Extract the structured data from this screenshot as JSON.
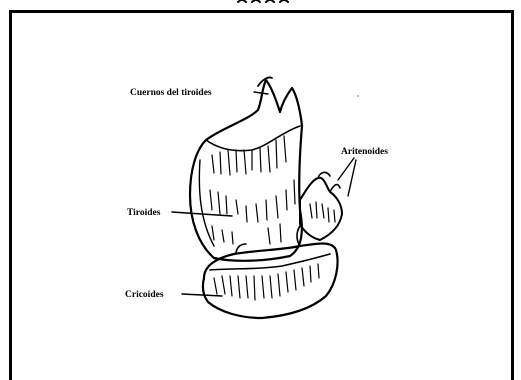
{
  "labels": {
    "horns": "Cuernos del tiroides",
    "arytenoids": "Aritenoides",
    "thyroid": "Tiroides",
    "cricoid": "Cricoides"
  }
}
